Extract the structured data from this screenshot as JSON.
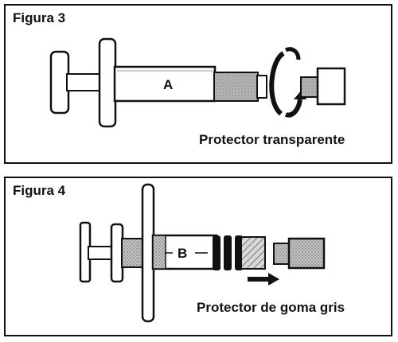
{
  "figure3": {
    "title": "Figura 3",
    "label": "A",
    "caption": "Protector transparente"
  },
  "figure4": {
    "title": "Figura 4",
    "label": "B",
    "caption": "Protector de goma gris"
  }
}
